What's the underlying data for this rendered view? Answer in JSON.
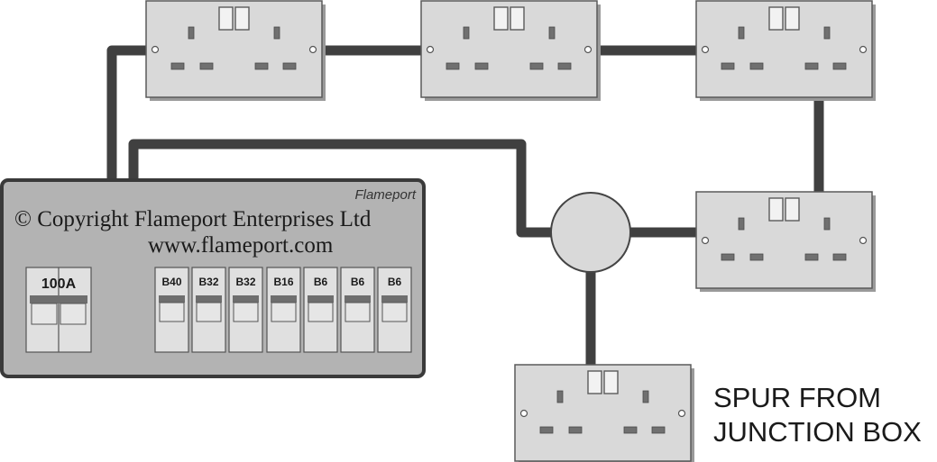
{
  "consumer_unit": {
    "brand": "Flameport",
    "main_switch": {
      "label": "100A"
    },
    "breakers": [
      {
        "label": "B40"
      },
      {
        "label": "B32"
      },
      {
        "label": "B32"
      },
      {
        "label": "B16"
      },
      {
        "label": "B6"
      },
      {
        "label": "B6"
      },
      {
        "label": "B6"
      }
    ]
  },
  "watermark": {
    "line1": "© Copyright Flameport Enterprises Ltd",
    "line2": "www.flameport.com"
  },
  "annotation": {
    "line1": "SPUR FROM",
    "line2": "JUNCTION BOX"
  },
  "colors": {
    "cable": "#404040",
    "socket_plate": "#d9d9d9",
    "consumer_unit": "#b3b3b3",
    "background": "#ffffff"
  },
  "sockets": [
    {
      "id": "ring-socket-1",
      "type": "double"
    },
    {
      "id": "ring-socket-2",
      "type": "double"
    },
    {
      "id": "ring-socket-3",
      "type": "double"
    },
    {
      "id": "ring-socket-4",
      "type": "double"
    },
    {
      "id": "spur-socket",
      "type": "double"
    }
  ],
  "junction_box": {
    "shape": "circle"
  }
}
